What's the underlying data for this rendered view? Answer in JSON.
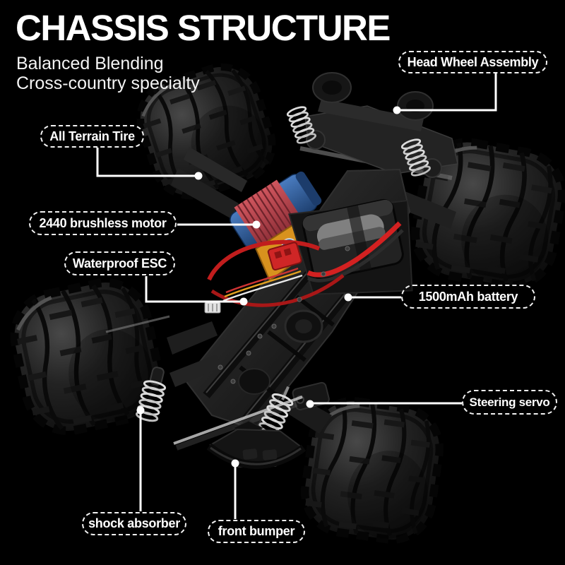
{
  "header": {
    "title": "CHASSIS STRUCTURE",
    "subtitle_lines": [
      "Balanced Blending",
      "Cross-country specialty"
    ]
  },
  "callouts": [
    {
      "id": "head-wheel-assembly",
      "label": "Head Wheel Assembly"
    },
    {
      "id": "all-terrain-tire",
      "label": "All Terrain Tire"
    },
    {
      "id": "brushless-motor",
      "label": "2440 brushless motor"
    },
    {
      "id": "waterproof-esc",
      "label": "Waterproof ESC"
    },
    {
      "id": "battery",
      "label": "1500mAh battery"
    },
    {
      "id": "steering-servo",
      "label": "Steering servo"
    },
    {
      "id": "shock-absorber",
      "label": "shock absorber"
    },
    {
      "id": "front-bumper",
      "label": "front bumper"
    }
  ],
  "colors": {
    "background": "#000000",
    "text": "#ffffff",
    "callout_border": "#ffffff",
    "connector_line": "#ffffff",
    "motor_fins": "#c0474f",
    "motor_can": "#2d5f9e",
    "motor_mount": "#d8921e",
    "wire_red": "#cc2020",
    "spring_silver": "#dcdcdc"
  }
}
